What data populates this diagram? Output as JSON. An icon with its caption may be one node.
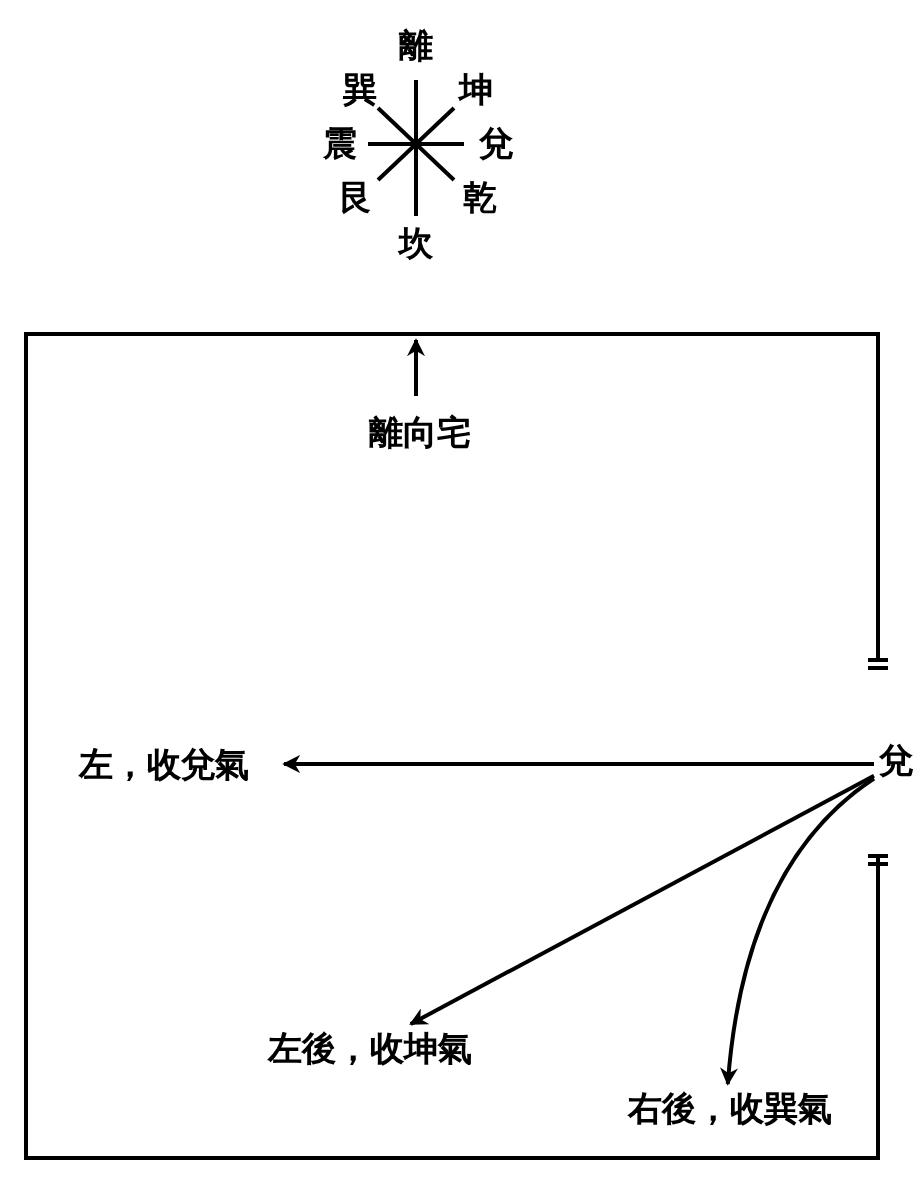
{
  "diagram": {
    "nodes": [
      {
        "text": [],
        "shape": "box"
      },
      {
        "text": [
          "離向宅"
        ],
        "in": 0
      },
      {
        "text": [
          "兌"
        ]
      },
      {
        "text": [
          "左，收兌氣"
        ],
        "in": 0
      },
      {
        "text": [
          "左後，收坤氣"
        ],
        "in": 0
      },
      {
        "text": [
          "右後，收巽氣"
        ],
        "in": 0
      }
    ],
    "edges": [
      {
        "from": 2,
        "to": 3,
        "arrow": "to"
      },
      {
        "from": 2,
        "to": 4,
        "arrow": "to"
      },
      {
        "from": 2,
        "to": 5,
        "arrow": "to"
      },
      {
        "from": 1,
        "to": 0,
        "arrow": "to"
      }
    ],
    "labels": [
      "離",
      "巽",
      "坤",
      "震",
      "兌",
      "艮",
      "乾",
      "坎"
    ]
  }
}
